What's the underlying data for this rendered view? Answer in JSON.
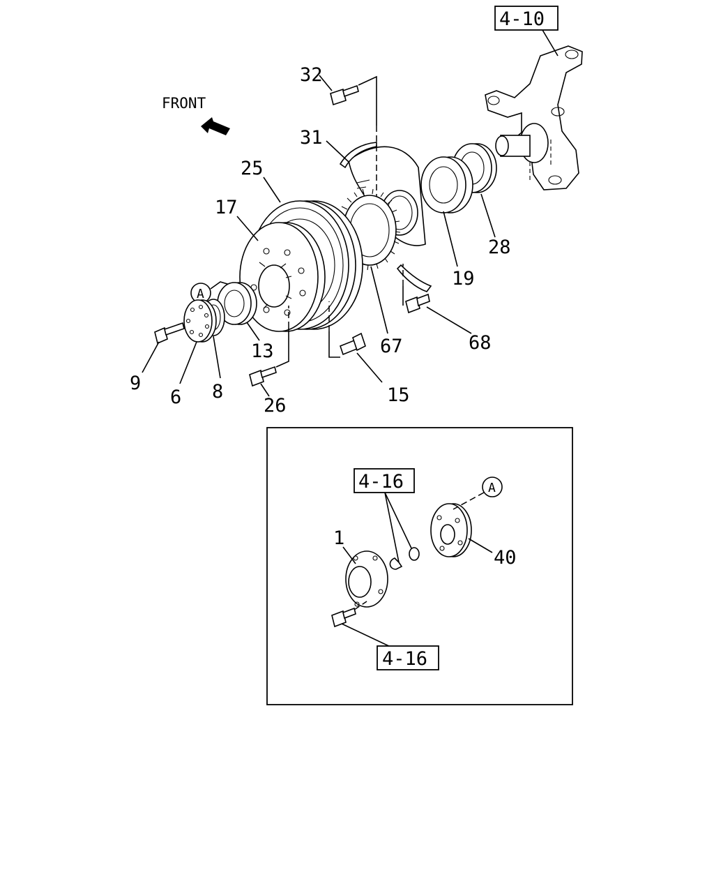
{
  "front_label": "FRONT",
  "refs": {
    "knuckle": "4-10",
    "inset_top": "4-16",
    "inset_bottom": "4-16"
  },
  "callout_marker": "A",
  "parts": {
    "p1": "1",
    "p6": "6",
    "p8": "8",
    "p9": "9",
    "p13": "13",
    "p15": "15",
    "p17": "17",
    "p19": "19",
    "p25": "25",
    "p26": "26",
    "p28": "28",
    "p31": "31",
    "p32": "32",
    "p40": "40",
    "p67": "67",
    "p68": "68"
  }
}
